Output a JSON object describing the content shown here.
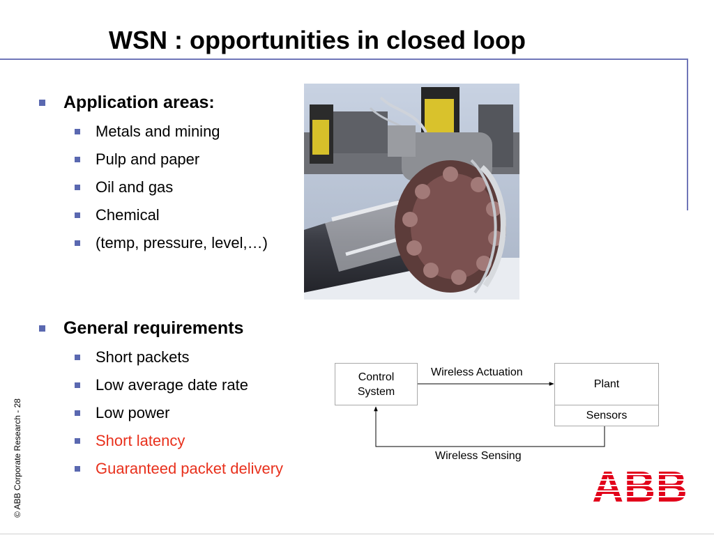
{
  "slide": {
    "title": "WSN : opportunities in closed loop",
    "footer": "© ABB Corporate Research - 28",
    "logo_text": "ABB"
  },
  "sections": {
    "application": {
      "heading": "Application areas:",
      "items": [
        "Metals and mining",
        "Pulp and paper",
        "Oil and gas",
        "Chemical",
        "(temp, pressure, level,…)"
      ]
    },
    "requirements": {
      "heading": "General requirements",
      "items": [
        "Short packets",
        "Low average date rate",
        "Low power",
        "Short latency",
        "Guaranteed packet delivery"
      ]
    }
  },
  "diagram": {
    "control_system": "Control System",
    "plant": "Plant",
    "sensors": "Sensors",
    "wireless_actuation": "Wireless Actuation",
    "wireless_sensing": "Wireless Sensing"
  },
  "colors": {
    "accent_rule": "#6f76b8",
    "bullet": "#5a68b0",
    "highlight_text": "#e8301c",
    "logo": "#e2001a"
  },
  "icons": {
    "bullet": "square-bullet-icon"
  }
}
